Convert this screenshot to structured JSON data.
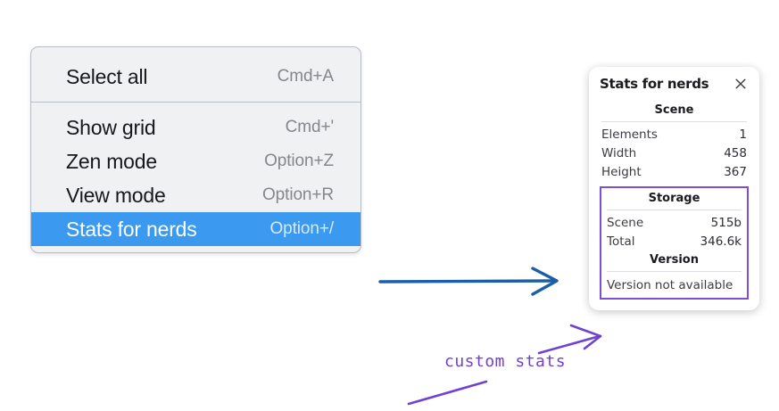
{
  "context_menu": {
    "groups": [
      {
        "items": [
          {
            "label": "Select all",
            "shortcut": "Cmd+A",
            "selected": false
          }
        ]
      },
      {
        "items": [
          {
            "label": "Show grid",
            "shortcut": "Cmd+'",
            "selected": false
          },
          {
            "label": "Zen mode",
            "shortcut": "Option+Z",
            "selected": false
          },
          {
            "label": "View mode",
            "shortcut": "Option+R",
            "selected": false
          },
          {
            "label": "Stats for nerds",
            "shortcut": "Option+/",
            "selected": true
          }
        ]
      }
    ],
    "highlight_color": "#3b99ef"
  },
  "stats_panel": {
    "title": "Stats for nerds",
    "close_icon": "close-icon",
    "scene": {
      "heading": "Scene",
      "rows": [
        {
          "label": "Elements",
          "value": "1"
        },
        {
          "label": "Width",
          "value": "458"
        },
        {
          "label": "Height",
          "value": "367"
        }
      ]
    },
    "custom": {
      "storage": {
        "heading": "Storage",
        "rows": [
          {
            "label": "Scene",
            "value": "515b"
          },
          {
            "label": "Total",
            "value": "346.6k"
          }
        ]
      },
      "version": {
        "heading": "Version",
        "note": "Version not available"
      },
      "outline_color": "#7d4fd8"
    }
  },
  "annotations": {
    "label": "custom stats",
    "blue_arrow_color": "#1a5fa8",
    "purple_color": "#6f42d0"
  }
}
